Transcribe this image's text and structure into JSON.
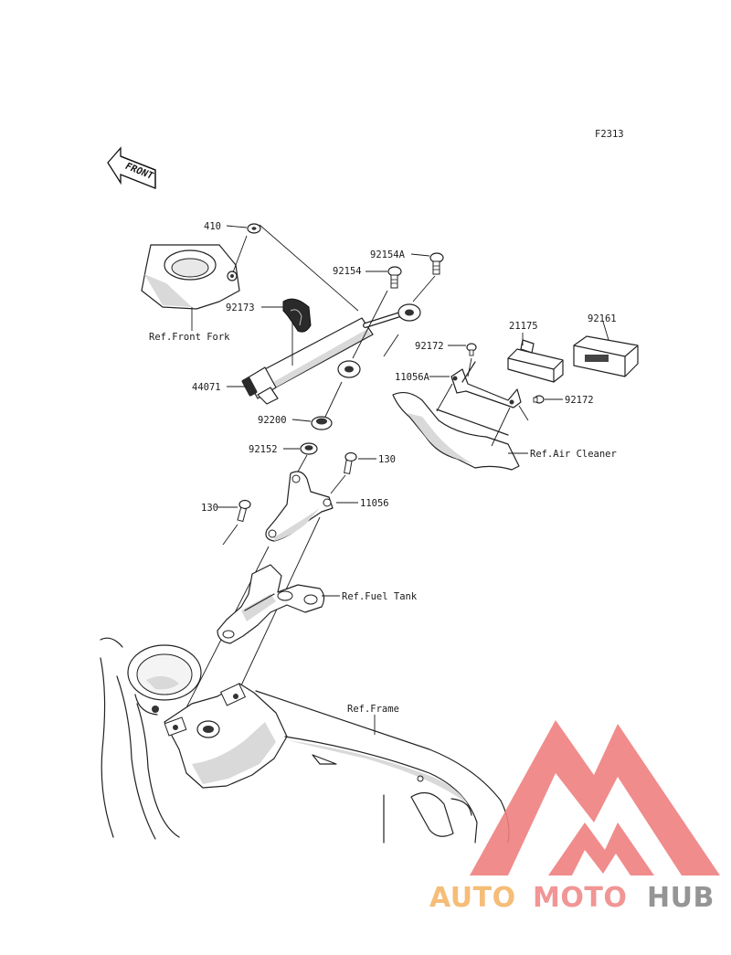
{
  "diagram": {
    "code": "F2313",
    "direction_label": "FRONT",
    "parts": [
      {
        "id": "p410",
        "label": "410"
      },
      {
        "id": "p92173",
        "label": "92173"
      },
      {
        "id": "p44071",
        "label": "44071"
      },
      {
        "id": "p92200",
        "label": "92200"
      },
      {
        "id": "p92154A",
        "label": "92154A"
      },
      {
        "id": "p92154",
        "label": "92154"
      },
      {
        "id": "p92172a",
        "label": "92172"
      },
      {
        "id": "p92172b",
        "label": "92172"
      },
      {
        "id": "p11056A",
        "label": "11056A"
      },
      {
        "id": "p21175",
        "label": "21175"
      },
      {
        "id": "p92161",
        "label": "92161"
      },
      {
        "id": "p92152",
        "label": "92152"
      },
      {
        "id": "p130a",
        "label": "130"
      },
      {
        "id": "p130b",
        "label": "130"
      },
      {
        "id": "p11056",
        "label": "11056"
      }
    ],
    "references": [
      {
        "id": "ref-front-fork",
        "label": "Ref.Front Fork"
      },
      {
        "id": "ref-air-cleaner",
        "label": "Ref.Air Cleaner"
      },
      {
        "id": "ref-fuel-tank",
        "label": "Ref.Fuel Tank"
      },
      {
        "id": "ref-frame",
        "label": "Ref.Frame"
      }
    ]
  },
  "watermark": {
    "part1": "AUTO",
    "part2": "MOTO",
    "part3": "HUB",
    "colors": {
      "auto": "#f5b66a",
      "moto": "#f08a8a",
      "hub": "#8a8a8a",
      "logo": "#ef8080"
    }
  }
}
